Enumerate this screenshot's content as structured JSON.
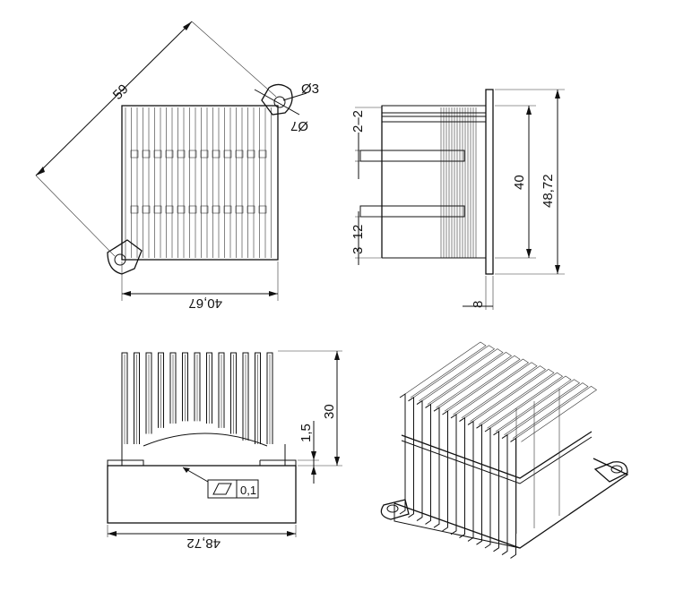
{
  "dimensions": {
    "diagonal": "59",
    "hole_dia": "Ø3",
    "slot_dia": "Ø7",
    "top_width": "40,67",
    "side_gap_top": "2–2",
    "side_gap_bottom": "3–12",
    "side_height_inner": "40",
    "side_height_outer": "48,72",
    "side_base": "8",
    "front_height": "30",
    "front_base_thick": "1,5",
    "front_width": "48,72",
    "flatness": "0,1"
  },
  "colors": {
    "line": "#111111",
    "background": "#ffffff"
  }
}
